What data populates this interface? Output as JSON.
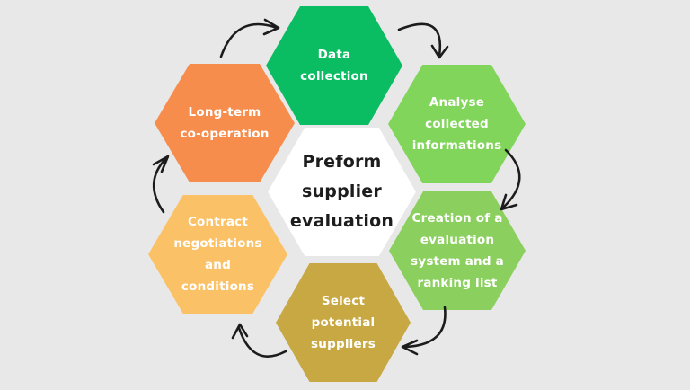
{
  "colors": {
    "background": "#e9e8e8",
    "arrow": "#1c1c1c",
    "center_bg": "#ffffff",
    "center_text": "#1d1d1d",
    "step_text": "#ffffff"
  },
  "center": {
    "lines": [
      "Preform",
      "supplier",
      "evaluation"
    ]
  },
  "steps": [
    {
      "id": "data-collection",
      "lines": [
        "Data",
        "collection"
      ],
      "color": "#0abd62"
    },
    {
      "id": "analyse-informations",
      "lines": [
        "Analyse",
        "collected",
        "informations"
      ],
      "color": "#81d55b"
    },
    {
      "id": "creation-ranking",
      "lines": [
        "Creation of a",
        "evaluation",
        "system and a",
        "ranking list"
      ],
      "color": "#8bd05e"
    },
    {
      "id": "select-suppliers",
      "lines": [
        "Select",
        "potential",
        "suppliers"
      ],
      "color": "#c7a843"
    },
    {
      "id": "contract-negotiations",
      "lines": [
        "Contract",
        "negotiations",
        "and",
        "conditions"
      ],
      "color": "#fbc167"
    },
    {
      "id": "long-term-cooperation",
      "lines": [
        "Long-term",
        "co-operation"
      ],
      "color": "#f78d4d"
    }
  ]
}
